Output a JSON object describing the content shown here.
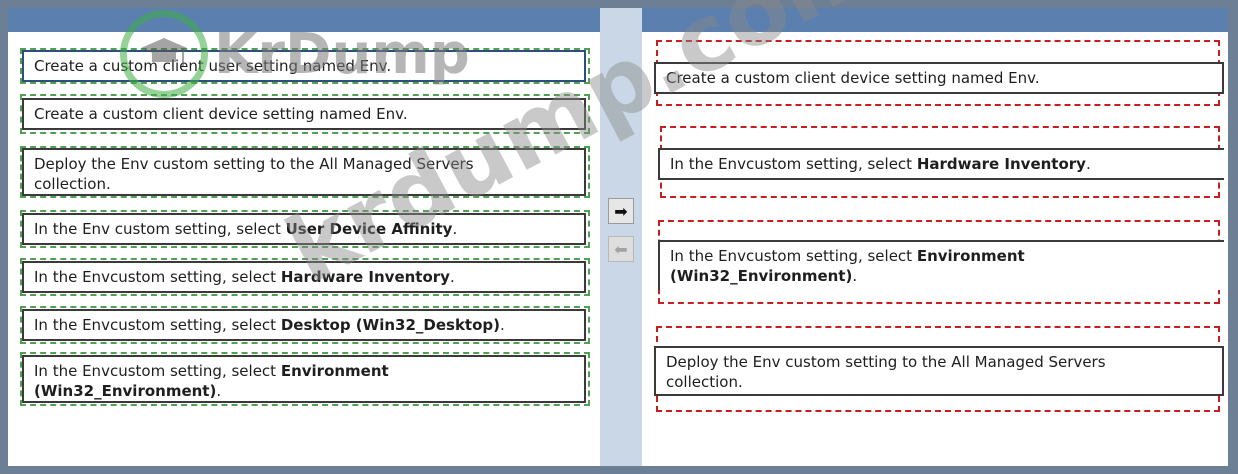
{
  "left": {
    "items": [
      {
        "id": "user-setting",
        "text": "Create a custom client user setting named Env."
      },
      {
        "id": "device-setting",
        "text": "Create a custom client device setting named Env."
      },
      {
        "id": "deploy-1",
        "text": "Deploy the Env custom setting to the All Managed Servers"
      },
      {
        "id": "deploy-2",
        "text": "collection."
      },
      {
        "id": "uda-pre",
        "text": "In the Env custom setting, select "
      },
      {
        "id": "uda-bold",
        "text": "User Device Affinity"
      },
      {
        "id": "hw-pre",
        "text": "In the Envcustom setting, select "
      },
      {
        "id": "hw-bold",
        "text": "Hardware Inventory"
      },
      {
        "id": "desk-pre",
        "text": "In the Envcustom setting, select "
      },
      {
        "id": "desk-bold",
        "text": "Desktop (Win32_Desktop)"
      },
      {
        "id": "env-pre",
        "text": "In the Envcustom setting, select "
      },
      {
        "id": "env-bold-1",
        "text": "Environment"
      },
      {
        "id": "env-bold-2",
        "text": "(Win32_Environment)"
      }
    ]
  },
  "right": {
    "items": [
      {
        "id": "r-device-setting",
        "text": "Create a custom client device setting named Env."
      },
      {
        "id": "r-hw-pre",
        "text": "In the Envcustom setting, select "
      },
      {
        "id": "r-hw-bold",
        "text": "Hardware Inventory"
      },
      {
        "id": "r-env-pre",
        "text": "In the Envcustom setting, select "
      },
      {
        "id": "r-env-bold-1",
        "text": "Environment"
      },
      {
        "id": "r-env-bold-2",
        "text": "(Win32_Environment)"
      },
      {
        "id": "r-deploy-1",
        "text": "Deploy the Env custom setting to the All Managed Servers"
      },
      {
        "id": "r-deploy-2",
        "text": "collection."
      }
    ]
  },
  "buttons": {
    "move_right": "➡",
    "move_left": "⬅"
  },
  "icons": {
    "move_right": "arrow-right-icon",
    "move_left": "arrow-left-icon"
  },
  "punct": ".",
  "watermark": {
    "logo_text": "KrDump",
    "diagonal_text": "krdump.com"
  },
  "colors": {
    "header": "#5b7fae",
    "slot_source": "#52a152",
    "slot_answer": "#c81e1e"
  }
}
